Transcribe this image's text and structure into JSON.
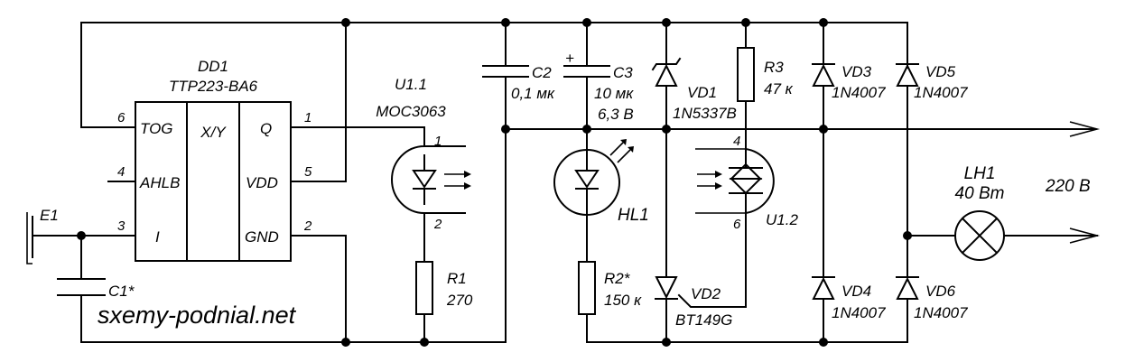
{
  "ic": {
    "ref": "DD1",
    "part": "TTP223-BA6",
    "pins": {
      "tog": "TOG",
      "ahlb": "AHLB",
      "i": "I",
      "xy": "X/Y",
      "q": "Q",
      "vdd": "VDD",
      "gnd": "GND"
    },
    "pin_numbers": {
      "p6": "6",
      "p4": "4",
      "p3": "3",
      "p1": "1",
      "p5": "5",
      "p2": "2"
    }
  },
  "optocoupler1": {
    "ref": "U1.1",
    "part": "MOC3063",
    "pin1": "1",
    "pin2": "2"
  },
  "optocoupler2": {
    "ref": "U1.2",
    "pin4": "4",
    "pin6": "6"
  },
  "sensor": {
    "ref": "E1"
  },
  "c1": {
    "ref": "C1*"
  },
  "c2": {
    "ref": "C2",
    "value": "0,1 мк"
  },
  "c3": {
    "ref": "C3",
    "value": "10 мк",
    "voltage": "6,3 В",
    "plus": "+"
  },
  "r1": {
    "ref": "R1",
    "value": "270"
  },
  "r2": {
    "ref": "R2*",
    "value": "150 к"
  },
  "r3": {
    "ref": "R3",
    "value": "47 к"
  },
  "hl1": {
    "ref": "HL1"
  },
  "vd1": {
    "ref": "VD1",
    "part": "1N5337B"
  },
  "vd2": {
    "ref": "VD2",
    "part": "BT149G"
  },
  "vd3": {
    "ref": "VD3",
    "part": "1N4007"
  },
  "vd4": {
    "ref": "VD4",
    "part": "1N4007"
  },
  "vd5": {
    "ref": "VD5",
    "part": "1N4007"
  },
  "vd6": {
    "ref": "VD6",
    "part": "1N4007"
  },
  "lamp": {
    "ref": "LH1",
    "power": "40 Вт"
  },
  "mains": {
    "label": "220 В"
  },
  "watermark": "sxemy-podnial.net"
}
